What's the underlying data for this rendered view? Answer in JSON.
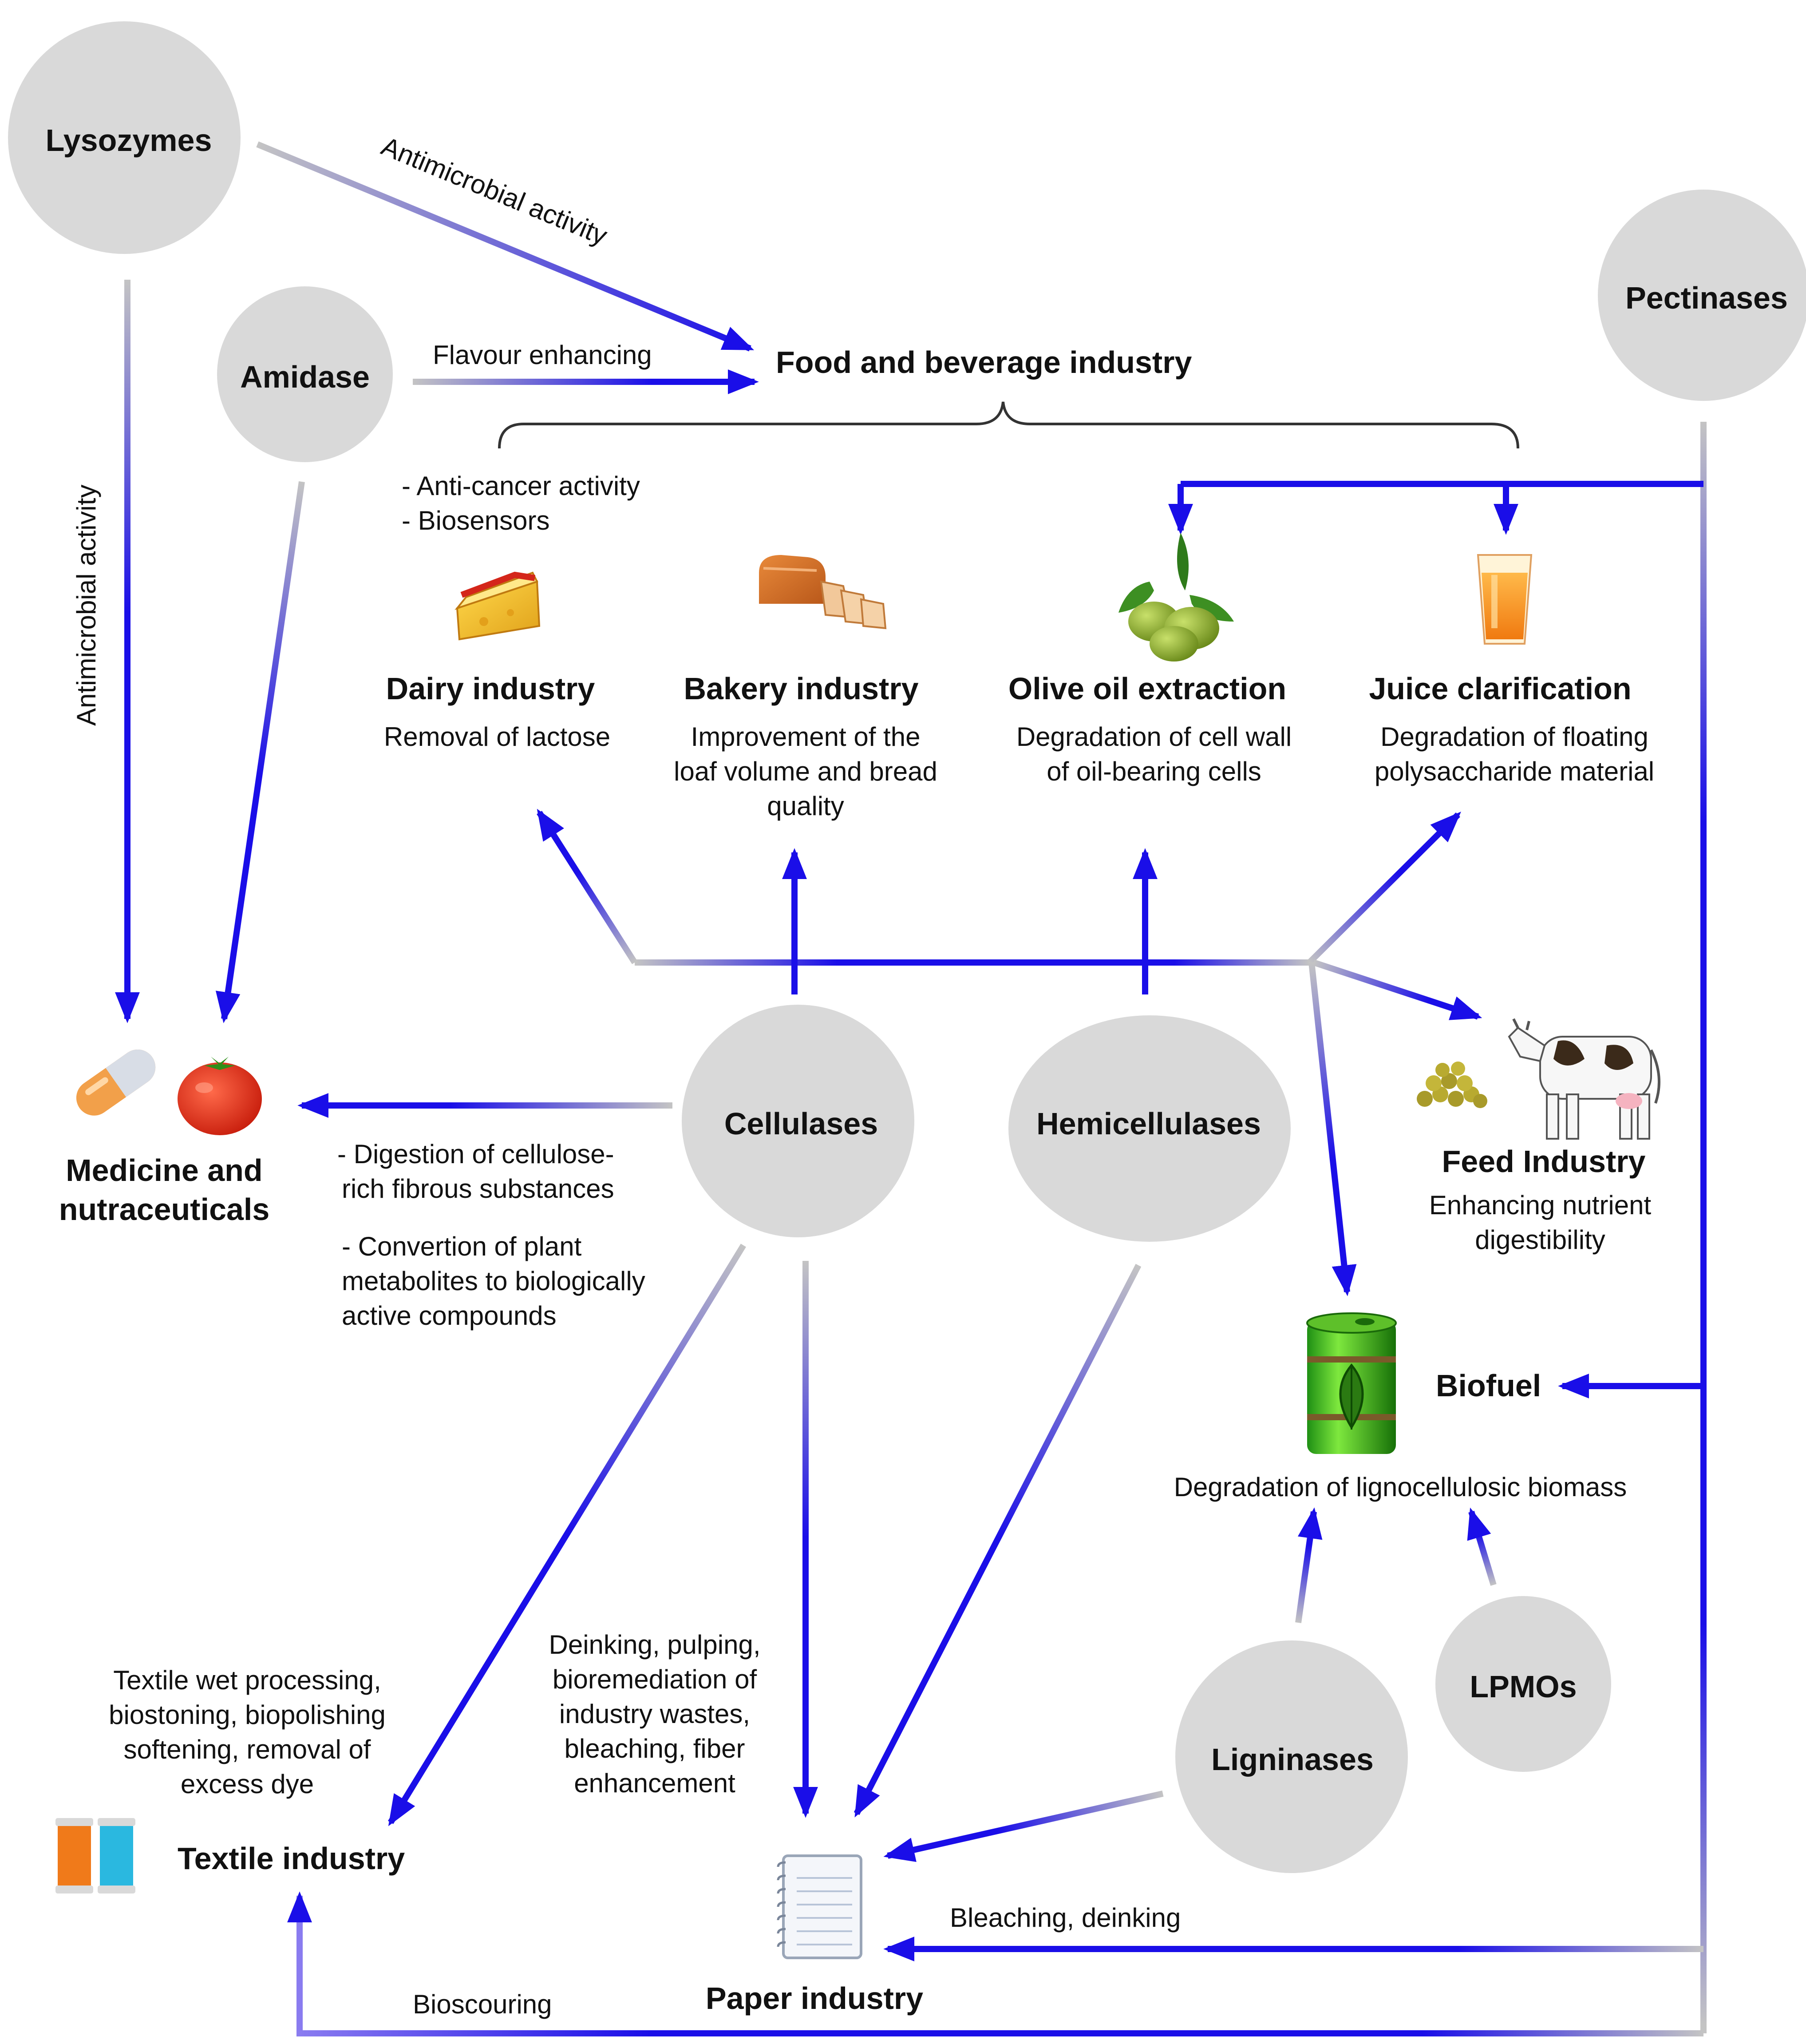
{
  "enzymes": {
    "lysozymes": "Lysozymes",
    "amidase": "Amidase",
    "pectinases": "Pectinases",
    "cellulases": "Cellulases",
    "hemicellulases": "Hemicellulases",
    "ligninases": "Ligninases",
    "lpmos": "LPMOs"
  },
  "labels": {
    "antimicrobial_diag": "Antimicrobial activity",
    "antimicrobial_vert": "Antimicrobial activity",
    "flavour": "Flavour enhancing",
    "anticancer": "- Anti-cancer activity",
    "biosensors": "- Biosensors",
    "cellulose_1a": "- Digestion of cellulose-",
    "cellulose_1b": "rich fibrous substances",
    "cellulose_2a": "-  Convertion of plant",
    "cellulose_2b": "metabolites to biologically",
    "cellulose_2c": "active compounds",
    "textile_desc": [
      "Textile wet processing,",
      "biostoning, biopolishing",
      "softening, removal of",
      "excess dye"
    ],
    "paper_desc": [
      "Deinking, pulping,",
      "bioremediation of",
      "industry wastes,",
      "bleaching, fiber",
      "enhancement"
    ],
    "bleaching": "Bleaching, deinking",
    "bioscouring": "Bioscouring",
    "lignocellulosic": "Degradation of lignocellulosic biomass"
  },
  "industries": {
    "food": "Food and beverage industry",
    "dairy": {
      "title": "Dairy industry",
      "desc": [
        "Removal of lactose"
      ]
    },
    "bakery": {
      "title": "Bakery industry",
      "desc": [
        "Improvement of the",
        "loaf volume and bread",
        "quality"
      ]
    },
    "olive": {
      "title": "Olive oil extraction",
      "desc": [
        "Degradation of cell wall",
        "of oil-bearing cells"
      ]
    },
    "juice": {
      "title": "Juice clarification",
      "desc": [
        "Degradation of floating",
        "polysaccharide material"
      ]
    },
    "feed": {
      "title": "Feed Industry",
      "desc": [
        "Enhancing nutrient",
        "digestibility"
      ]
    },
    "medicine": {
      "title": [
        "Medicine and",
        "nutraceuticals"
      ]
    },
    "biofuel": "Biofuel",
    "textile": "Textile industry",
    "paper": "Paper industry"
  },
  "colors": {
    "arrow": "#1a0ee8",
    "arrow_fade": "#c4c4c4",
    "node": "#d9d9d9"
  },
  "icons": [
    "cheese-icon",
    "bread-icon",
    "olive-icon",
    "juice-glass-icon",
    "pill-icon",
    "tomato-icon",
    "pellets-icon",
    "cow-icon",
    "fuel-barrel-icon",
    "spools-icon",
    "notebook-icon"
  ]
}
